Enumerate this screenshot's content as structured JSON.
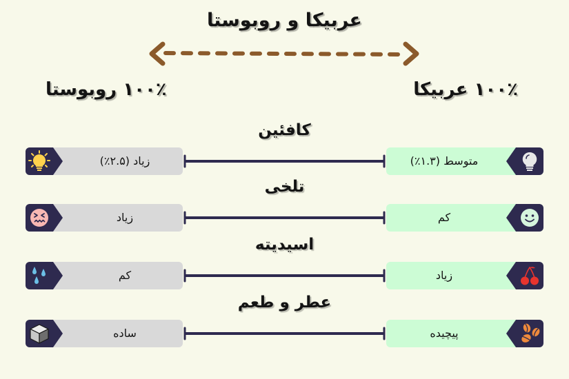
{
  "title": "عربیکا و روبوستا",
  "colors": {
    "background": "#f8f9ea",
    "arrow": "#8b5a2b",
    "robusta_pill": "#d9d9d9",
    "arabica_pill": "#ccfcd5",
    "icon_tag": "#2e2a4f",
    "connector": "#2e2a4f"
  },
  "columns": {
    "left": {
      "heading": "۱۰۰٪ روبوستا"
    },
    "right": {
      "heading": "۱۰۰٪ عربیکا"
    }
  },
  "rows": [
    {
      "attribute": "کافئین",
      "robusta": {
        "value": "زیاد (۲.۵٪)",
        "icon": "lightbulb-on-icon"
      },
      "arabica": {
        "value": "متوسط (۱.۳٪)",
        "icon": "lightbulb-off-icon"
      }
    },
    {
      "attribute": "تلخی",
      "robusta": {
        "value": "زیاد",
        "icon": "grimace-face-icon"
      },
      "arabica": {
        "value": "کم",
        "icon": "smile-face-icon"
      }
    },
    {
      "attribute": "اسیدیته",
      "robusta": {
        "value": "کم",
        "icon": "water-drops-icon"
      },
      "arabica": {
        "value": "زیاد",
        "icon": "cherry-icon"
      }
    },
    {
      "attribute": "عطر و طعم",
      "robusta": {
        "value": "ساده",
        "icon": "cube-icon"
      },
      "arabica": {
        "value": "پیچیده",
        "icon": "coffee-beans-icon"
      }
    }
  ]
}
